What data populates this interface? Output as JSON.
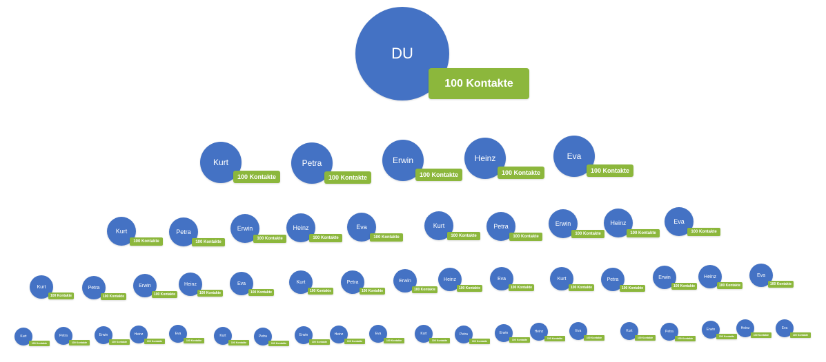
{
  "root": {
    "name": "DU",
    "contacts": "100 Kontakte"
  },
  "names": [
    "Kurt",
    "Petra",
    "Erwin",
    "Heinz",
    "Eva"
  ],
  "contacts_label": "100 Kontakte",
  "colors": {
    "circle": "#4472c4",
    "badge": "#8cb73c",
    "text": "#ffffff"
  }
}
